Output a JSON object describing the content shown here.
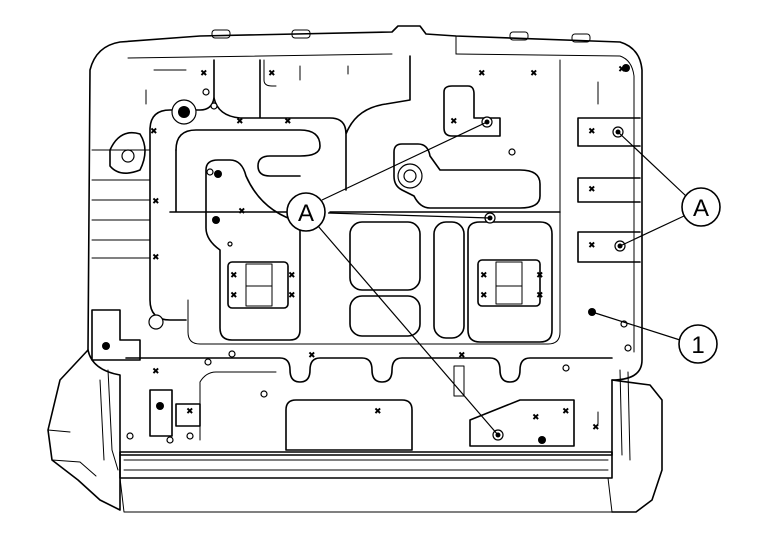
{
  "callouts": [
    {
      "id": "callout-a-left",
      "label": "A"
    },
    {
      "id": "callout-a-right",
      "label": "A"
    },
    {
      "id": "callout-1",
      "label": "1"
    }
  ],
  "colors": {
    "stroke": "#000000",
    "background": "#ffffff"
  }
}
